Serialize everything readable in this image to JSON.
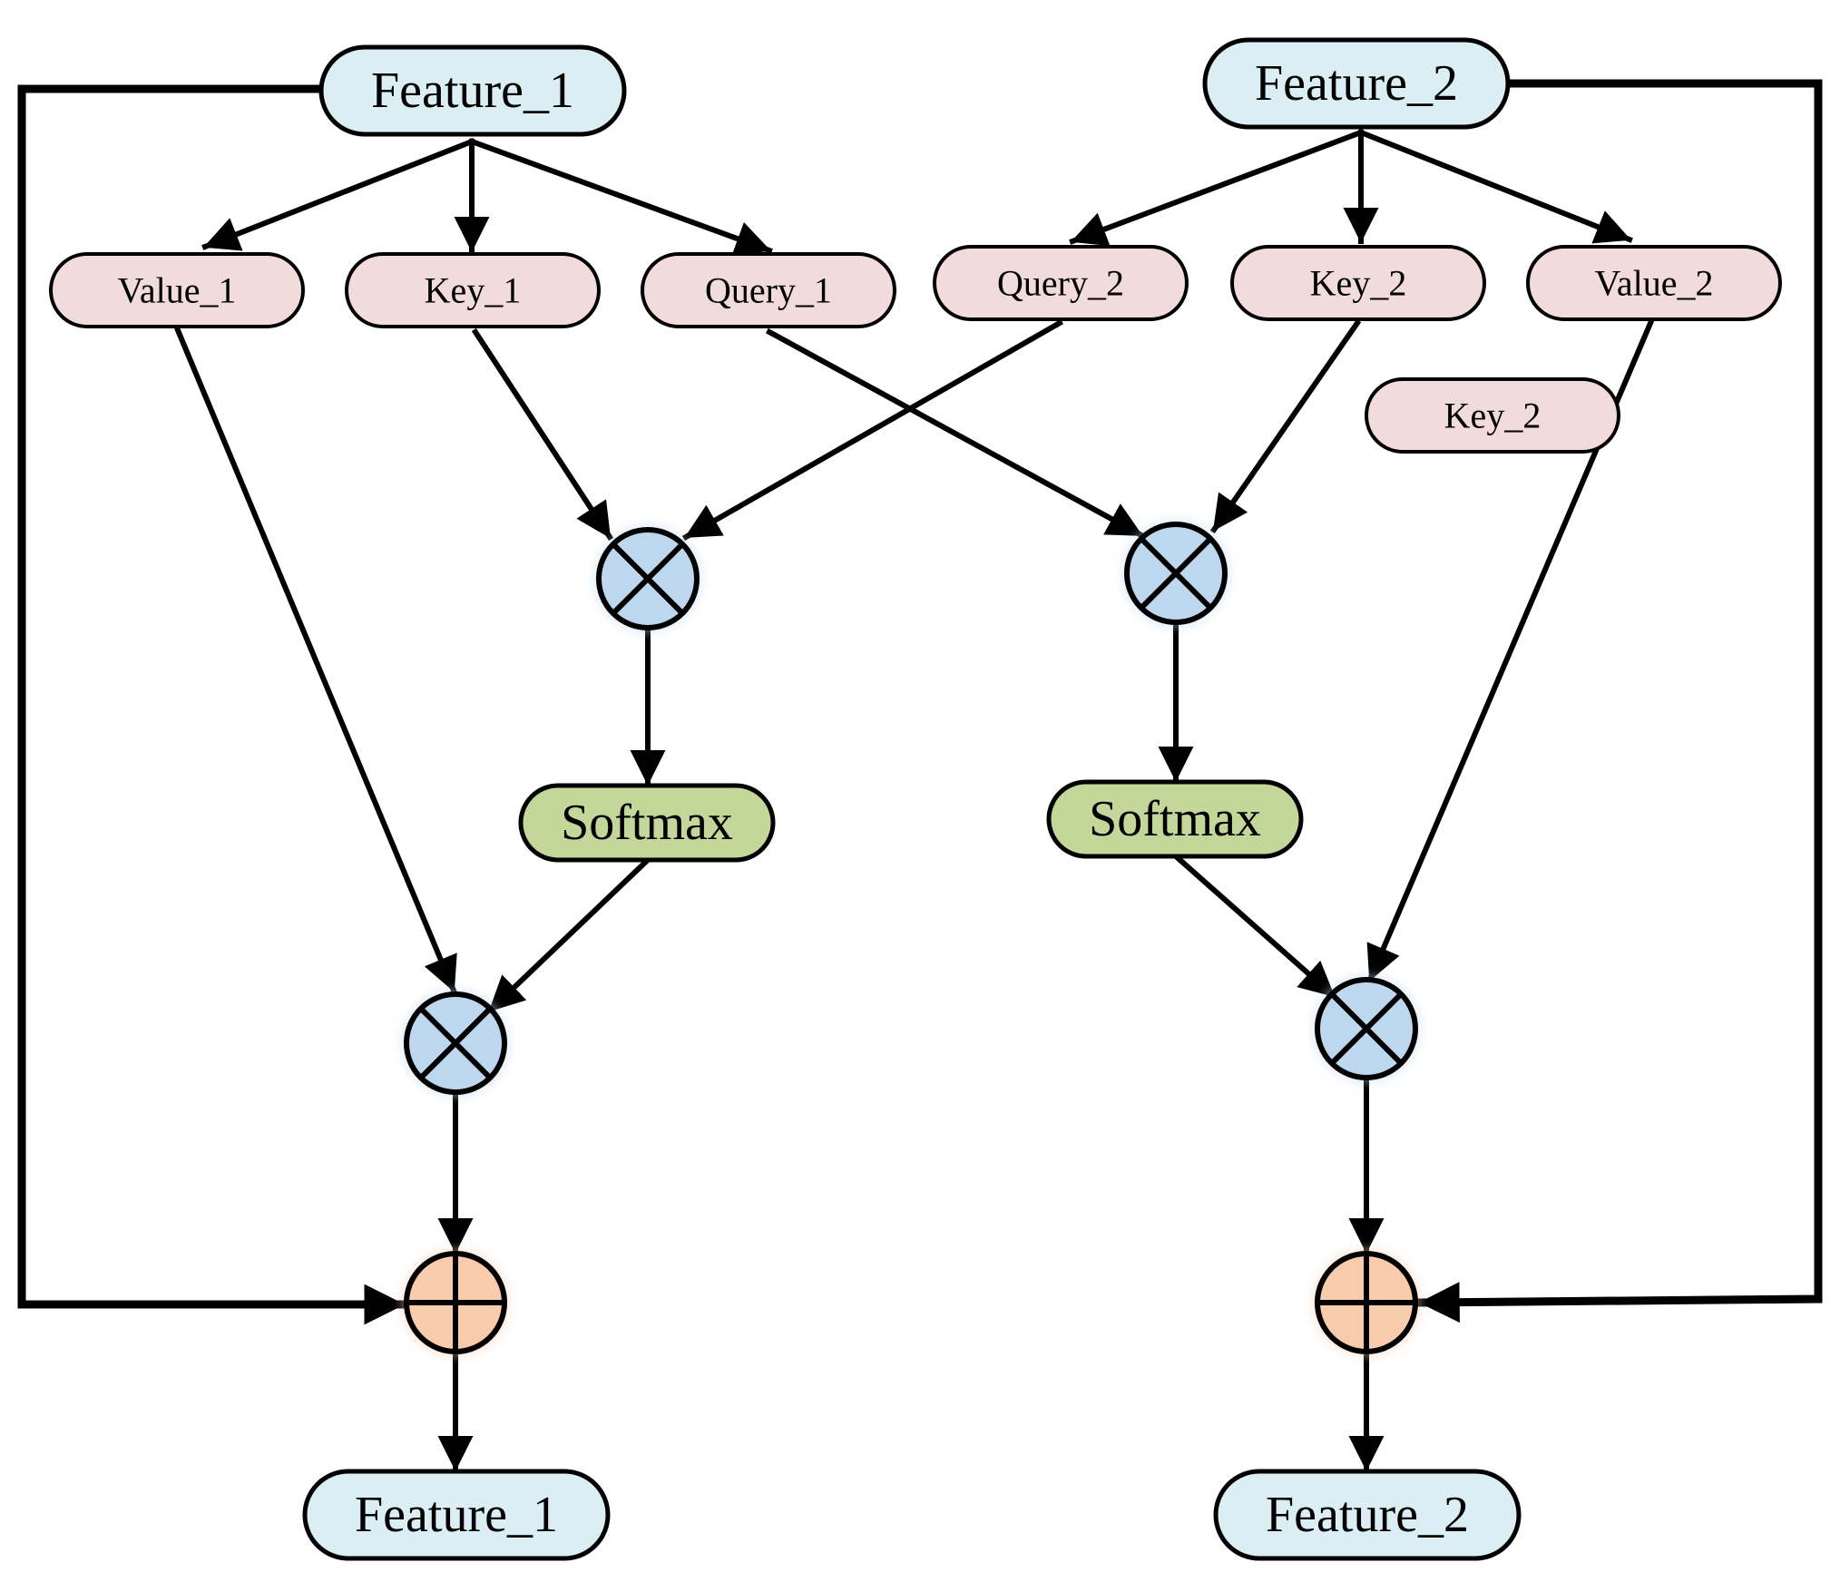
{
  "colors": {
    "feature_fill": "#daeef3",
    "qkv_fill": "#f2dcdb",
    "softmax_fill": "#c4d79b",
    "multiply_fill": "#bdd7ee",
    "add_fill": "#f8cbad",
    "line": "#000000"
  },
  "nodes": {
    "feature_1_in": "Feature_1",
    "feature_2_in": "Feature_2",
    "value_1": "Value_1",
    "key_1": "Key_1",
    "query_1": "Query_1",
    "query_2": "Query_2",
    "key_2": "Key_2",
    "value_2": "Value_2",
    "key_2_extra": "Key_2",
    "softmax_1": "Softmax",
    "softmax_2": "Softmax",
    "feature_1_out": "Feature_1",
    "feature_2_out": "Feature_2"
  },
  "operators": {
    "multiply_icon": "circled-times-icon",
    "add_icon": "circled-plus-icon"
  },
  "edges": [
    {
      "from": "feature_1_in",
      "to": "value_1"
    },
    {
      "from": "feature_1_in",
      "to": "key_1"
    },
    {
      "from": "feature_1_in",
      "to": "query_1"
    },
    {
      "from": "feature_2_in",
      "to": "query_2"
    },
    {
      "from": "feature_2_in",
      "to": "key_2"
    },
    {
      "from": "feature_2_in",
      "to": "value_2"
    },
    {
      "from": "key_1",
      "to": "multiply_1"
    },
    {
      "from": "query_2",
      "to": "multiply_1"
    },
    {
      "from": "query_1",
      "to": "multiply_2"
    },
    {
      "from": "key_2",
      "to": "multiply_2"
    },
    {
      "from": "multiply_1",
      "to": "softmax_1"
    },
    {
      "from": "multiply_2",
      "to": "softmax_2"
    },
    {
      "from": "softmax_1",
      "to": "multiply_3"
    },
    {
      "from": "value_1",
      "to": "multiply_3"
    },
    {
      "from": "softmax_2",
      "to": "multiply_4"
    },
    {
      "from": "value_2",
      "to": "multiply_4"
    },
    {
      "from": "multiply_3",
      "to": "add_1"
    },
    {
      "from": "multiply_4",
      "to": "add_2"
    },
    {
      "from": "feature_1_in",
      "to": "add_1"
    },
    {
      "from": "feature_2_in",
      "to": "add_2"
    },
    {
      "from": "add_1",
      "to": "feature_1_out"
    },
    {
      "from": "add_2",
      "to": "feature_2_out"
    }
  ]
}
